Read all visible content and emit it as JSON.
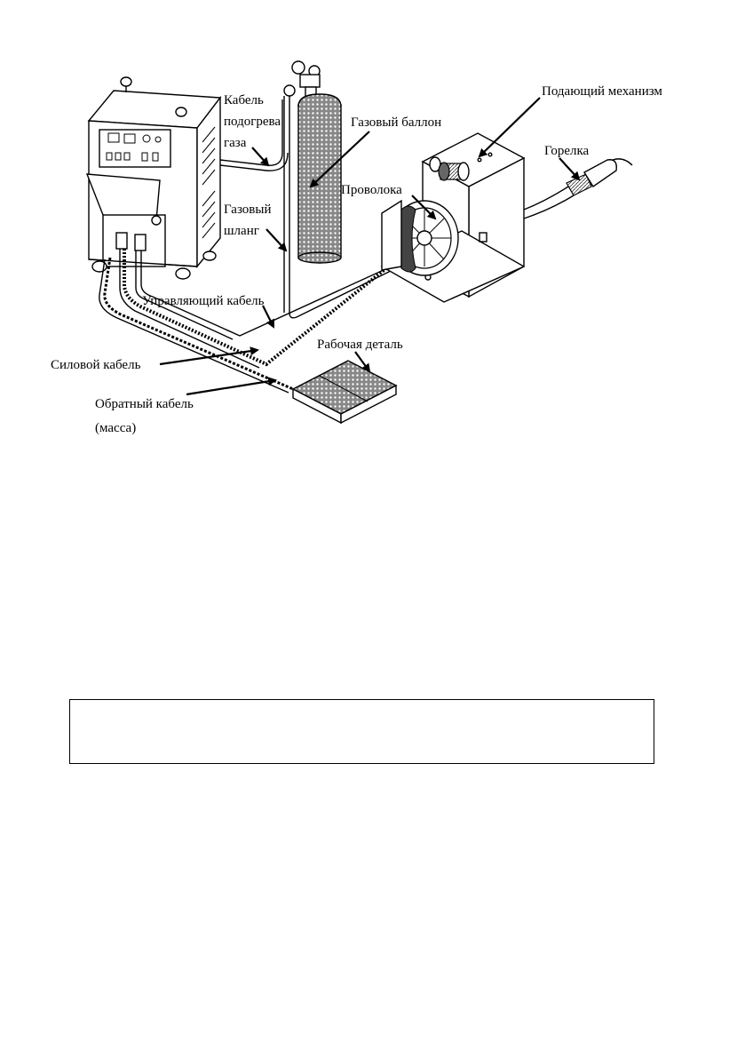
{
  "diagram": {
    "labels": {
      "heater_cable_1": "Кабель",
      "heater_cable_2": "подогрева",
      "heater_cable_3": "газа",
      "gas_cylinder": "Газовый баллон",
      "feeder": "Подающий механизм",
      "torch": "Горелка",
      "wire": "Проволока",
      "gas_hose_1": "Газовый",
      "gas_hose_2": "шланг",
      "control_cable": "Управляющий кабель",
      "power_cable": "Силовой кабель",
      "workpiece": "Рабочая деталь",
      "return_cable_1": "Обратный кабель",
      "return_cable_2": "(масса)"
    }
  },
  "empty_box": {}
}
